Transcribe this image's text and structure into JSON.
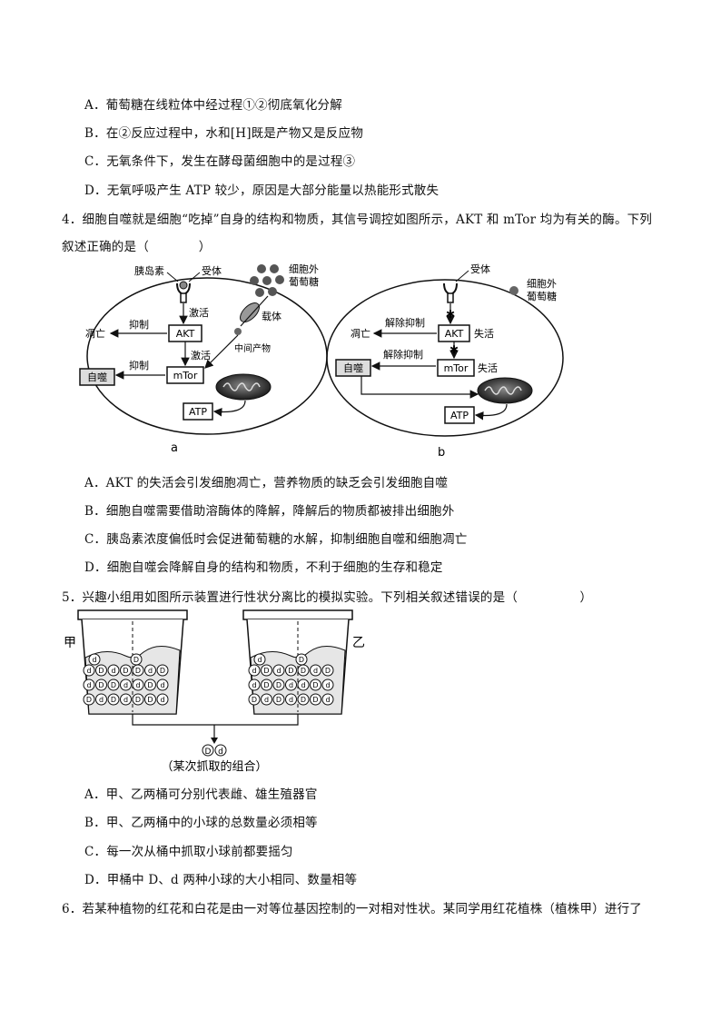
{
  "q3": {
    "A": "A．葡萄糖在线粒体中经过程①②彻底氧化分解",
    "B": "B．在②反应过程中，水和[H]既是产物又是反应物",
    "C": "C．无氧条件下，发生在酵母菌细胞中的是过程③",
    "D": "D．无氧呼吸产生 ATP 较少，原因是大部分能量以热能形式散失"
  },
  "q4": {
    "stem_line1": "4．细胞自噬就是细胞“吃掉”自身的结构和物质，其信号调控如图所示，AKT 和 mTor 均为有关的酶。下列",
    "stem_line2": "叙述正确的是（　　　　）",
    "figure_a": {
      "label": "a",
      "insulin": "胰岛素",
      "receptor": "受体",
      "glucose_line1": "细胞外",
      "glucose_line2": "葡萄糖",
      "carrier": "载体",
      "activate1": "激活",
      "activate2": "激活",
      "inhibit1": "抑制",
      "inhibit2": "抑制",
      "apoptosis": "凋亡",
      "akt": "AKT",
      "mtor": "mTor",
      "autophagy": "自噬",
      "intermediate": "中间产物",
      "atp": "ATP"
    },
    "figure_b": {
      "label": "b",
      "receptor": "受体",
      "glucose_line1": "细胞外",
      "glucose_line2": "葡萄糖",
      "release1": "解除抑制",
      "release2": "解除抑制",
      "inactive1": "失活",
      "inactive2": "失活",
      "apoptosis": "凋亡",
      "akt": "AKT",
      "mtor": "mTor",
      "autophagy": "自噬",
      "atp": "ATP"
    },
    "A": "A．AKT 的失活会引发细胞凋亡，营养物质的缺乏会引发细胞自噬",
    "B": "B．细胞自噬需要借助溶酶体的降解，降解后的物质都被排出细胞外",
    "C": "C．胰岛素浓度偏低时会促进葡萄糖的水解，抑制细胞自噬和细胞凋亡",
    "D": "D．细胞自噬会降解自身的结构和物质，不利于细胞的生存和稳定"
  },
  "q5": {
    "stem": "5．兴趣小组用如图所示装置进行性状分离比的模拟实验。下列相关叙述错误的是（　　　　　）",
    "jia": "甲",
    "yi": "乙",
    "caption": "（某次抓取的组合）",
    "combo": "Dd",
    "A": "A．甲、乙两桶可分别代表雌、雄生殖器官",
    "B": "B．甲、乙两桶中的小球的总数量必须相等",
    "C": "C．每一次从桶中抓取小球前都要摇匀",
    "D": "D．甲桶中 D、d 两种小球的大小相同、数量相等"
  },
  "q6": {
    "stem": "6．若某种植物的红花和白花是由一对等位基因控制的一对相对性状。某同学用红花植株（植株甲）进行了"
  }
}
